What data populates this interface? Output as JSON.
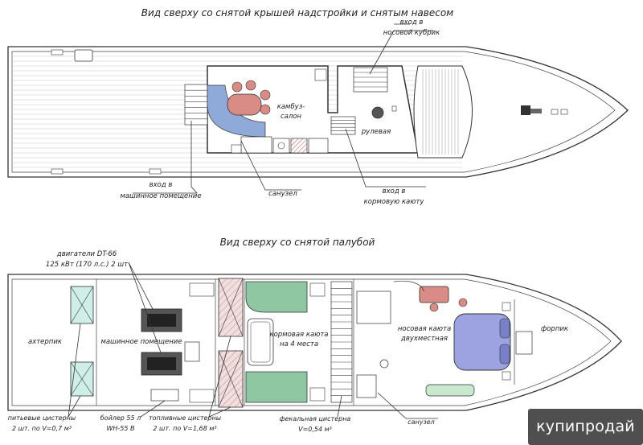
{
  "top_view": {
    "title": "Вид сверху со снятой крышей надстройки и снятым навесом",
    "labels": {
      "bow_hatch_1": "вход в",
      "bow_hatch_2": "носовой кубрик",
      "galley_1": "камбуз-",
      "galley_2": "салон",
      "wheelhouse": "рулевая",
      "engine_entry_1": "вход в",
      "engine_entry_2": "машинное помещение",
      "toilet": "санузел",
      "aft_cabin_entry_1": "вход в",
      "aft_cabin_entry_2": "кормовую каюту"
    }
  },
  "hull_view": {
    "title": "Вид сверху со снятой палубой",
    "labels": {
      "engines_1": "двигатели DT-66",
      "engines_2": "125 кВт (170 л.с.) 2 шт",
      "afterpeak": "ахтерпик",
      "engine_room": "машинное помещение",
      "aft_cabin_1": "кормовая каюта",
      "aft_cabin_2": "на 4 места",
      "bow_cabin_1": "носовая каюта",
      "bow_cabin_2": "двухместная",
      "forepeak": "форпик",
      "water_tanks_1": "питьевые цистерны",
      "water_tanks_2": "2 шт. по V=0,7 м³",
      "boiler_1": "бойлер 55 л",
      "boiler_2": "WH-55 B",
      "fuel_tanks_1": "топливные цистерны",
      "fuel_tanks_2": "2 шт. по V=1,68 м³",
      "sewage_1": "фекальная цистерна",
      "sewage_2": "V=0,54 м³",
      "toilet": "санузел"
    }
  },
  "watermark": "купипродай",
  "colors": {
    "line": "#333333",
    "sofa_blue": "#8fa9d9",
    "table_red": "#d98c86",
    "bunk_green": "#8ec7a1",
    "bed_blue": "#9da3e0",
    "tank_cyan": "#cfeee8",
    "fuel_pink": "#f1dede"
  }
}
